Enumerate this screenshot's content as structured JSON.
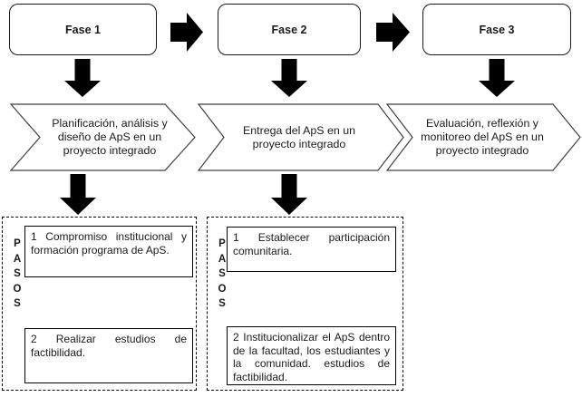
{
  "diagram": {
    "phases": [
      {
        "label": "Fase 1"
      },
      {
        "label": "Fase 2"
      },
      {
        "label": "Fase 3"
      }
    ],
    "banners": [
      {
        "text": "Planificación, análisis y diseño de ApS en un proyecto integrado"
      },
      {
        "text": "Entrega del ApS en un proyecto integrado"
      },
      {
        "text": "Evaluación, reflexión y monitoreo del ApS en un proyecto integrado"
      }
    ],
    "pasos_letters": [
      "P",
      "A",
      "S",
      "O",
      "S"
    ],
    "step_groups": [
      {
        "steps": [
          "1 Compromiso institucional y formación programa de ApS.",
          "2 Realizar estudios de factibilidad."
        ]
      },
      {
        "steps": [
          "1 Establecer participación comunitaria.",
          "2 Institucionalizar el ApS dentro de la facultad, los estudiantes y la comunidad. estudios de factibilidad."
        ]
      }
    ],
    "colors": {
      "arrow_fill": "#000000",
      "box_border": "#1a1a1a",
      "chevron_border": "#404040",
      "background": "#ffffff",
      "text": "#1a1a1a"
    }
  }
}
